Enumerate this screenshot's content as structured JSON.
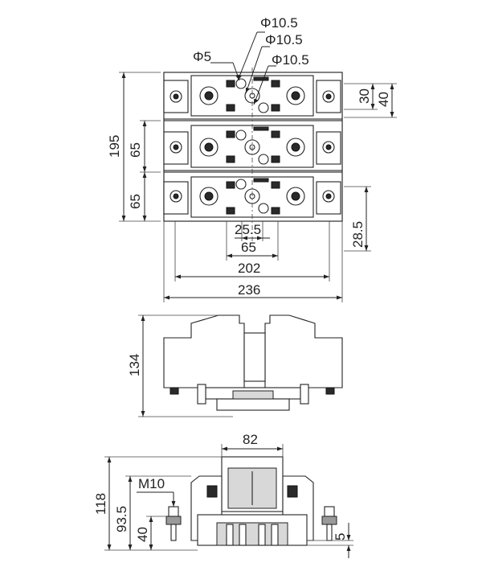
{
  "top_view": {
    "dims": {
      "phi5": "Φ5",
      "phi10_a": "Φ10.5",
      "phi10_b": "Φ10.5",
      "phi10_c": "Φ10.5",
      "d195": "195",
      "d65_a": "65",
      "d65_b": "65",
      "d30": "30",
      "d40": "40",
      "d25_5": "25.5",
      "d65_c": "65",
      "d202": "202",
      "d236": "236",
      "d28_5": "28.5"
    }
  },
  "side_view": {
    "dims": {
      "d134": "134"
    }
  },
  "front_view": {
    "dims": {
      "d82": "82",
      "m10": "M10",
      "d118": "118",
      "d93_5": "93.5",
      "d40": "40",
      "d5": "5"
    }
  }
}
